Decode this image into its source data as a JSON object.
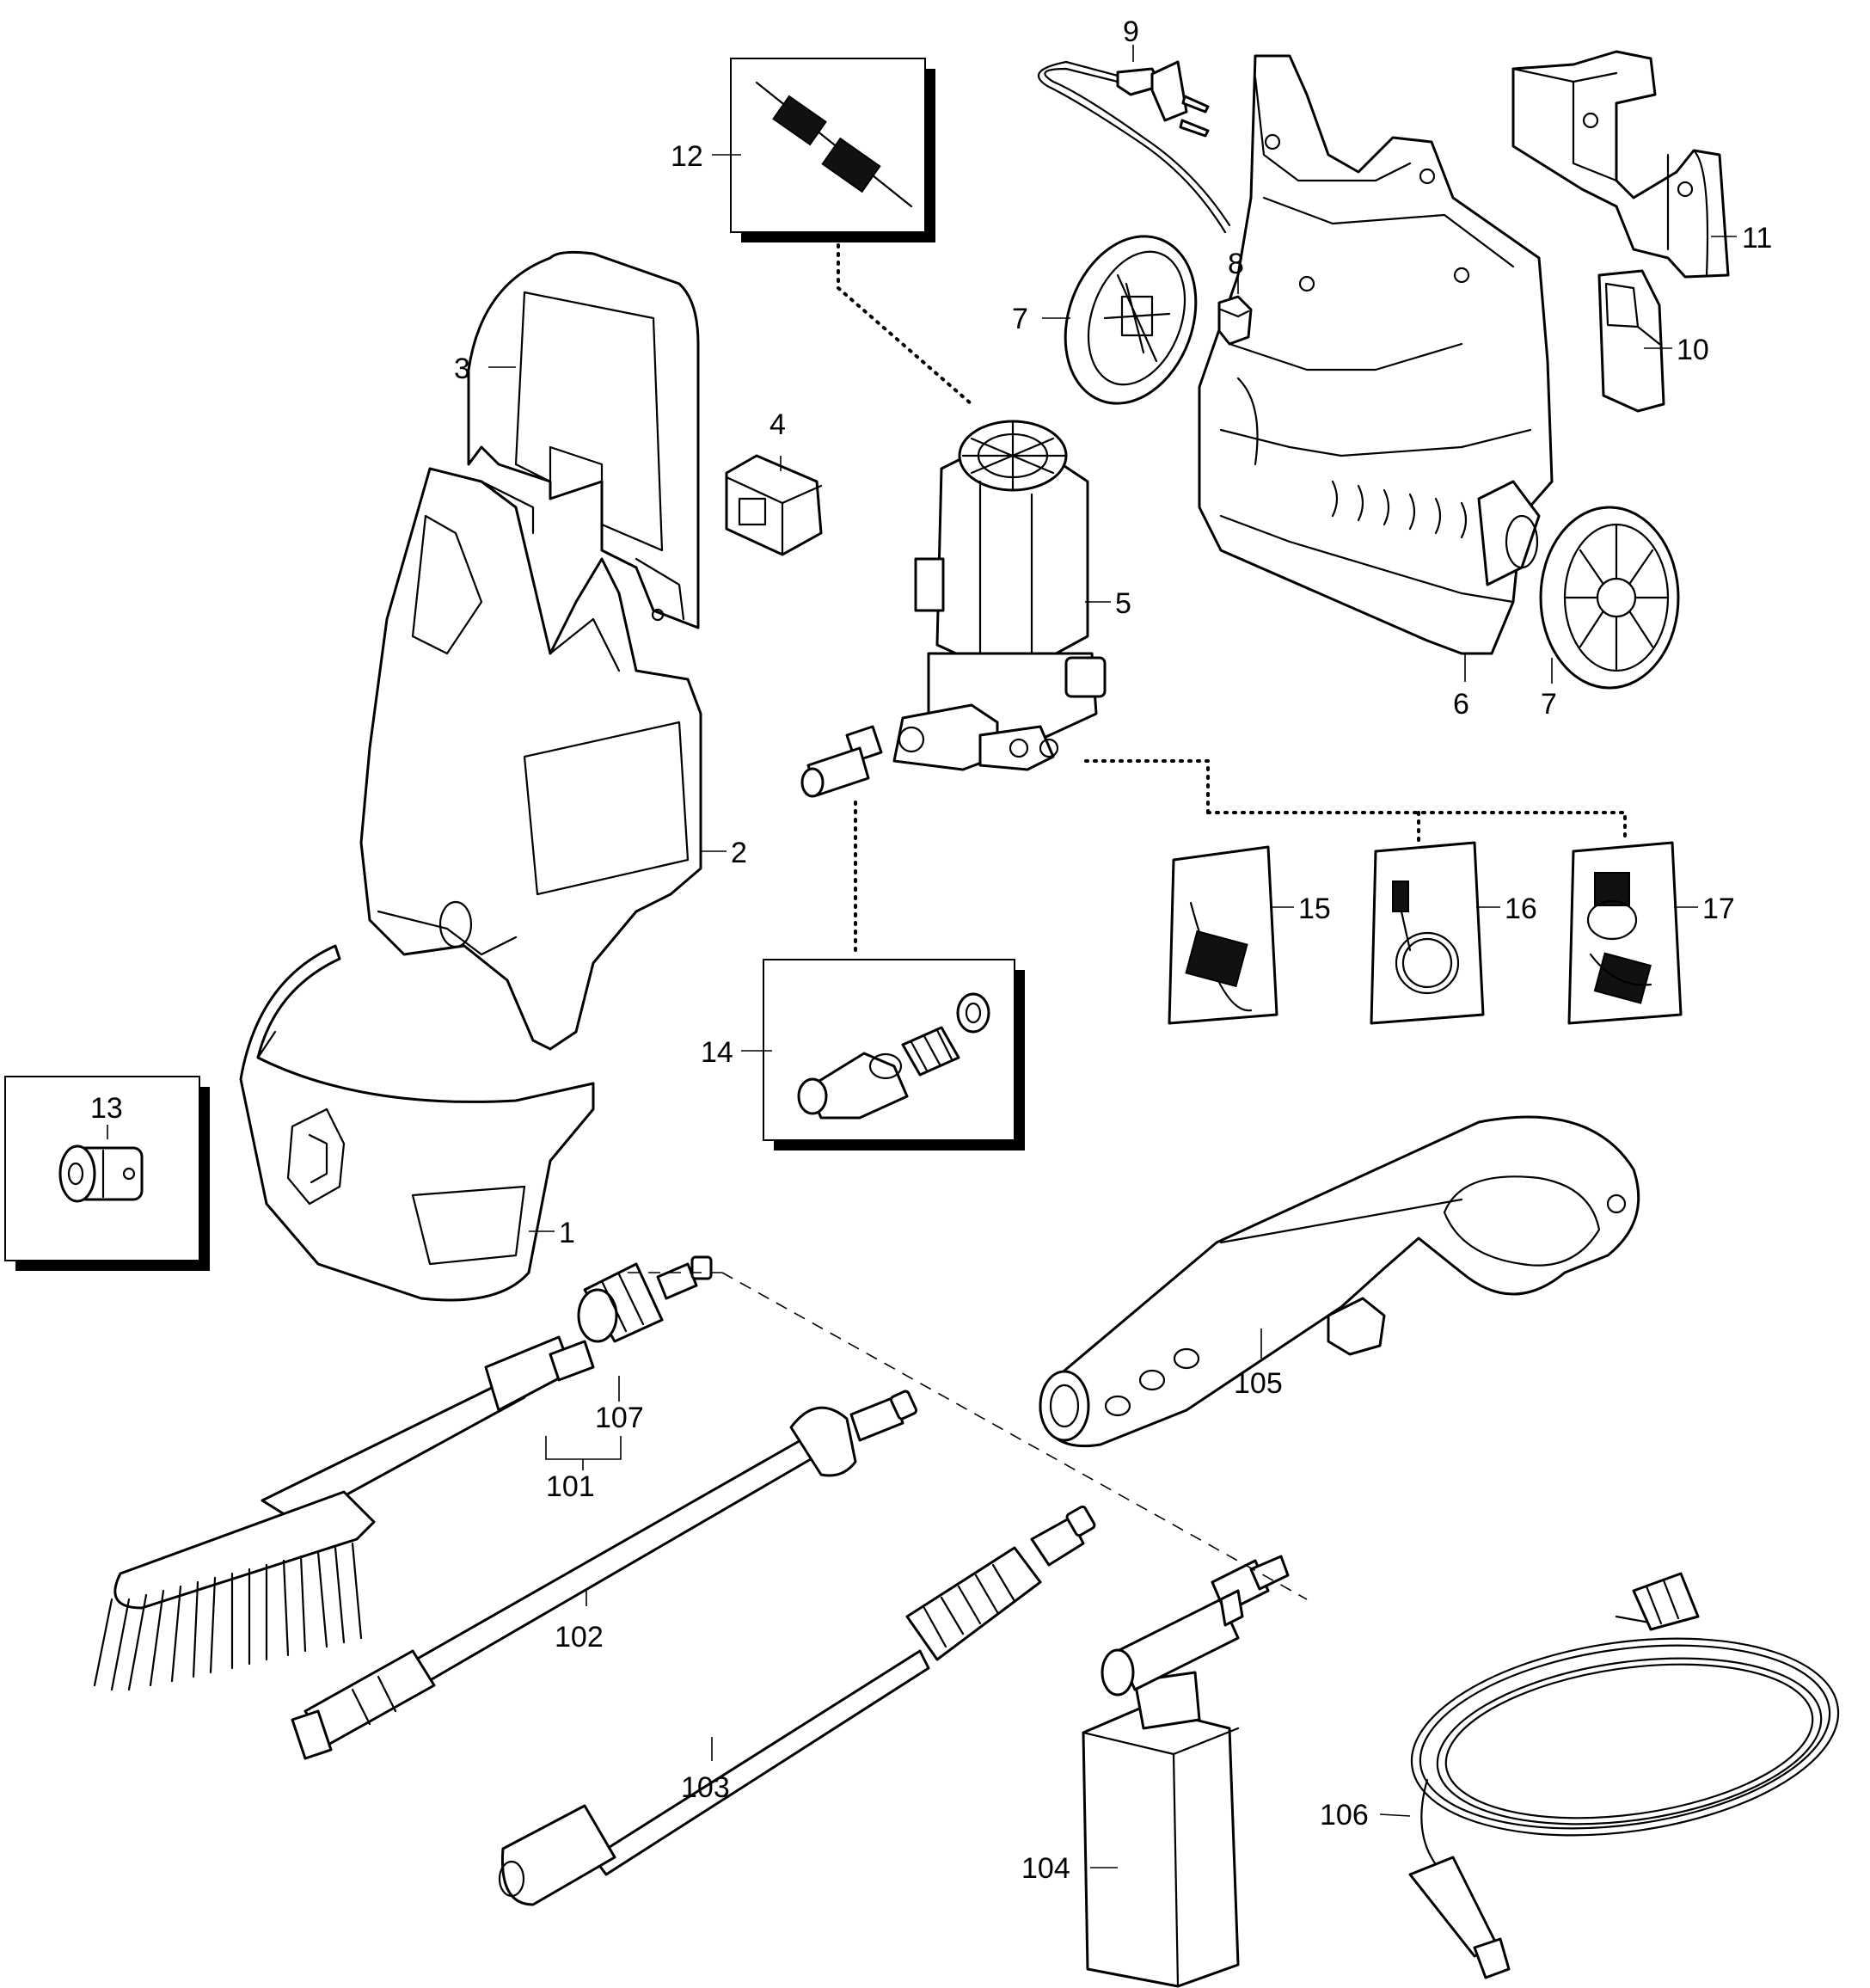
{
  "callouts": {
    "p1": "1",
    "p2": "2",
    "p3": "3",
    "p4": "4",
    "p5": "5",
    "p6": "6",
    "p7a": "7",
    "p7b": "7",
    "p8": "8",
    "p9": "9",
    "p10": "10",
    "p11": "11",
    "p12": "12",
    "p13": "13",
    "p14": "14",
    "p15": "15",
    "p16": "16",
    "p17": "17",
    "p101": "101",
    "p102": "102",
    "p103": "103",
    "p104": "104",
    "p105": "105",
    "p106": "106",
    "p107": "107"
  }
}
